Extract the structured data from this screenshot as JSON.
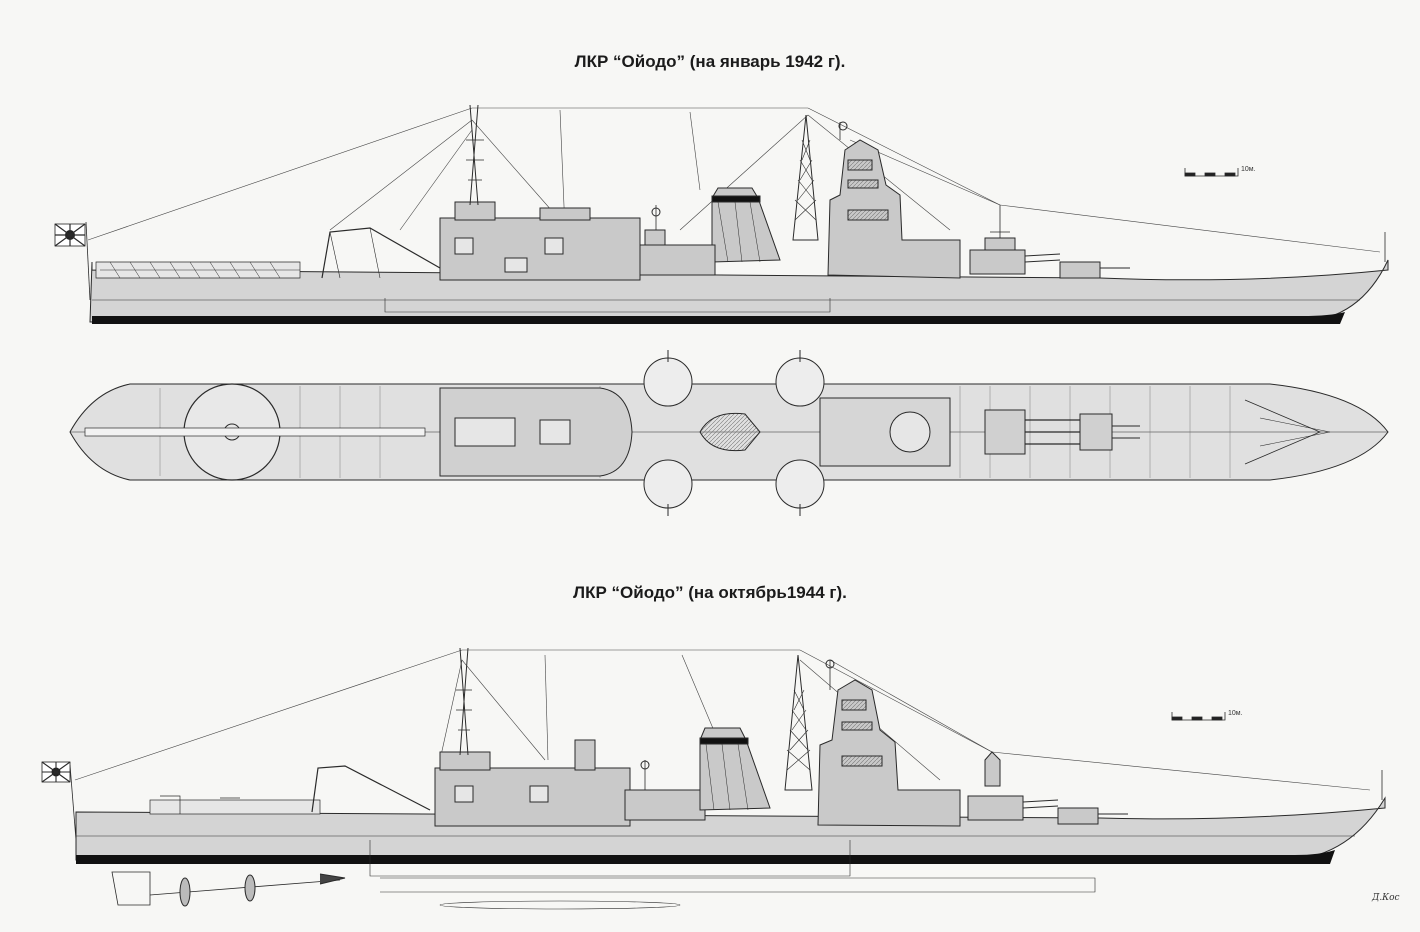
{
  "titles": {
    "upper": "ЛКР “Ойодо” (на январь 1942 г).",
    "lower": "ЛКР “Ойодо” (на октябрь1944 г)."
  },
  "scale_bars": {
    "upper_label": "10м.",
    "lower_label": "10м."
  },
  "signature": "Д.Кос",
  "colors": {
    "hull": "#d4d4d4",
    "superstructure": "#c9c9c9",
    "line": "#2a2a2a",
    "boot_top": "#111111"
  },
  "icons": {
    "flag": "rising-sun-ensign-icon",
    "propeller": "propeller-icon",
    "rudder": "rudder-icon"
  }
}
